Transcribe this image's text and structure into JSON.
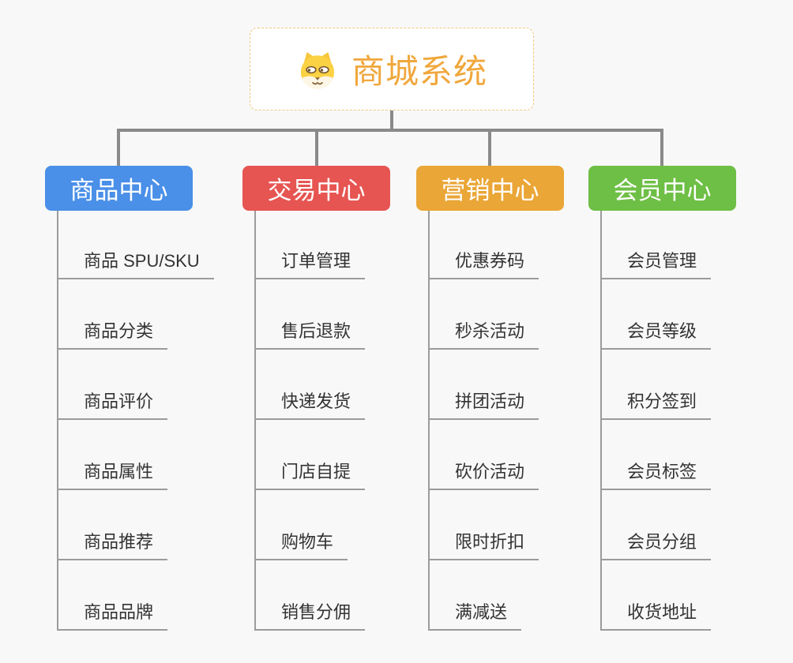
{
  "app": {
    "background_color": "#f8f8f8",
    "connector_color": "#8a8a8a",
    "underline_color": "#9b9b9b"
  },
  "root": {
    "title": "商城系统",
    "icon": "shiba-dog-icon",
    "title_color": "#f0a73c",
    "border_color": "#f2c87c"
  },
  "branches": [
    {
      "label": "商品中心",
      "color": "#4a8fe8",
      "children": [
        "商品 SPU/SKU",
        "商品分类",
        "商品评价",
        "商品属性",
        "商品推荐",
        "商品品牌"
      ]
    },
    {
      "label": "交易中心",
      "color": "#e65552",
      "children": [
        "订单管理",
        "售后退款",
        "快递发货",
        "门店自提",
        "购物车",
        "销售分佣"
      ]
    },
    {
      "label": "营销中心",
      "color": "#eaa636",
      "children": [
        "优惠券码",
        "秒杀活动",
        "拼团活动",
        "砍价活动",
        "限时折扣",
        "满减送"
      ]
    },
    {
      "label": "会员中心",
      "color": "#6ebf45",
      "children": [
        "会员管理",
        "会员等级",
        "积分签到",
        "会员标签",
        "会员分组",
        "收货地址"
      ]
    }
  ]
}
